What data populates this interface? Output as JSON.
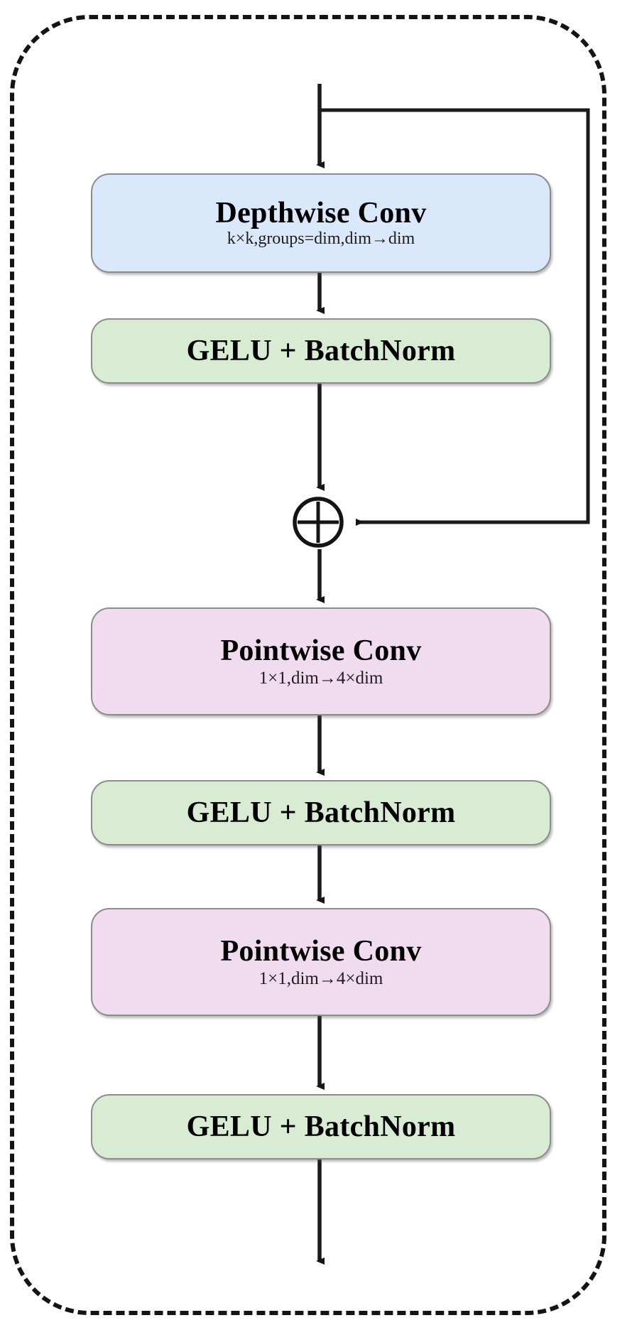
{
  "diagram": {
    "type": "flowchart",
    "title": "Depthwise-separable convolution block with residual connection",
    "container": {
      "name": "block-container",
      "border_style": "dashed",
      "border_color": "#141414"
    },
    "colors": {
      "depthwise_fill": "#d9e8fb",
      "activation_fill": "#d7ecd3",
      "pointwise_fill": "#f0dcee",
      "node_border": "#8a8d8a",
      "connector": "#1a1a1a"
    },
    "nodes": [
      {
        "id": "depthwise-conv",
        "title": "Depthwise Conv",
        "subtitle": "k×k,groups=dim,dim→dim",
        "fill": "#d9e8fb"
      },
      {
        "id": "gelu-batchnorm-1",
        "title": "GELU + BatchNorm",
        "subtitle": "",
        "fill": "#d7ecd3"
      },
      {
        "id": "residual-add",
        "title": "⊕",
        "subtitle": "",
        "fill": "none"
      },
      {
        "id": "pointwise-conv-1",
        "title": "Pointwise Conv",
        "subtitle": "1×1,dim→4×dim",
        "fill": "#f0dcee"
      },
      {
        "id": "gelu-batchnorm-2",
        "title": "GELU + BatchNorm",
        "subtitle": "",
        "fill": "#d7ecd3"
      },
      {
        "id": "pointwise-conv-2",
        "title": "Pointwise Conv",
        "subtitle": "1×1,dim→4×dim",
        "fill": "#f0dcee"
      },
      {
        "id": "gelu-batchnorm-3",
        "title": "GELU + BatchNorm",
        "subtitle": "",
        "fill": "#d7ecd3"
      }
    ],
    "edges": [
      {
        "from": "input",
        "to": "depthwise-conv",
        "style": "solid-arrow"
      },
      {
        "from": "depthwise-conv",
        "to": "gelu-batchnorm-1",
        "style": "solid-arrow"
      },
      {
        "from": "gelu-batchnorm-1",
        "to": "residual-add",
        "style": "solid-arrow"
      },
      {
        "from": "input",
        "to": "residual-add",
        "style": "skip-connection"
      },
      {
        "from": "residual-add",
        "to": "pointwise-conv-1",
        "style": "solid-arrow"
      },
      {
        "from": "pointwise-conv-1",
        "to": "gelu-batchnorm-2",
        "style": "solid-arrow"
      },
      {
        "from": "gelu-batchnorm-2",
        "to": "pointwise-conv-2",
        "style": "solid-arrow"
      },
      {
        "from": "pointwise-conv-2",
        "to": "gelu-batchnorm-3",
        "style": "solid-arrow"
      },
      {
        "from": "gelu-batchnorm-3",
        "to": "output",
        "style": "solid-arrow"
      }
    ]
  }
}
